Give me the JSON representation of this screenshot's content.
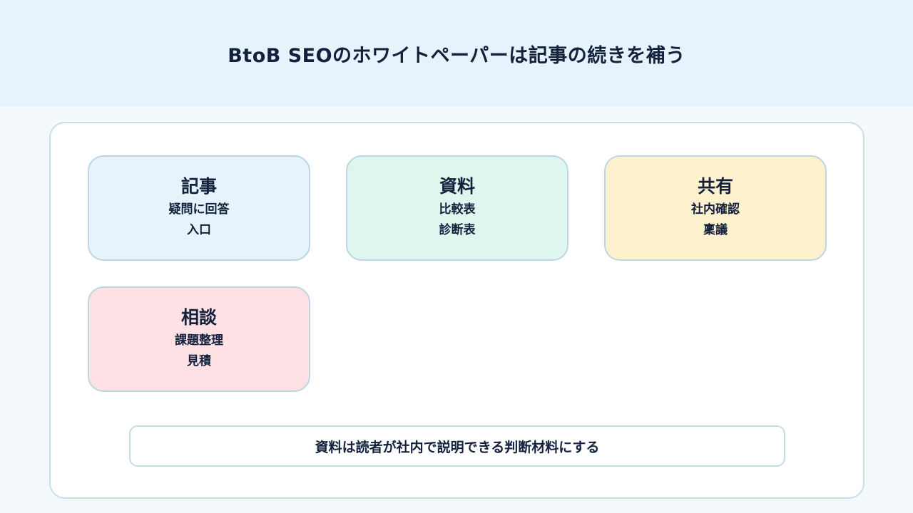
{
  "header": {
    "title": "BtoB SEOのホワイトペーパーは記事の続きを補う"
  },
  "cards": [
    {
      "title": "記事",
      "lines": [
        "疑問に回答",
        "入口"
      ],
      "color": "#e6f3fc"
    },
    {
      "title": "資料",
      "lines": [
        "比較表",
        "診断表"
      ],
      "color": "#dff6ef"
    },
    {
      "title": "共有",
      "lines": [
        "社内確認",
        "稟議"
      ],
      "color": "#fef1cd"
    },
    {
      "title": "相談",
      "lines": [
        "課題整理",
        "見積"
      ],
      "color": "#fde1e5"
    }
  ],
  "note": {
    "text": "資料は読者が社内で説明できる判断材料にする"
  }
}
